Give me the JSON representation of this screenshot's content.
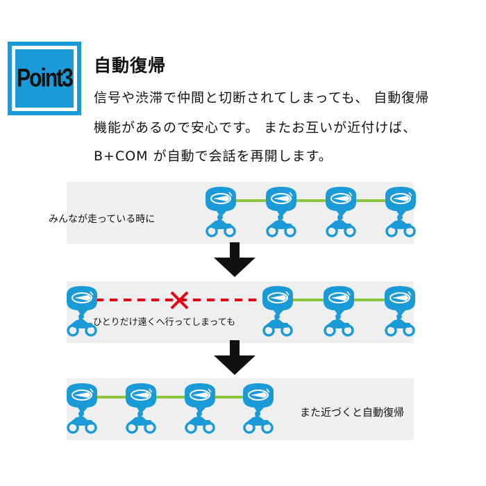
{
  "point_badge": "Point3",
  "heading": "自動復帰",
  "description": [
    "信号や渋滞で仲間と切断されてしまっても、 自動復帰",
    "機能があるので安心です。 またお互いが近付けば、",
    "B+COM が自動で会話を再開します。"
  ],
  "steps": [
    {
      "label": "みんなが走っている時に"
    },
    {
      "label": "ひとりだけ遠くへ行ってしまっても"
    },
    {
      "label": "また近づくと自動復帰"
    }
  ],
  "colors": {
    "accent_blue": "#1a9ad6",
    "link_green": "#8cc63f",
    "disconnect_red": "#e60012",
    "panel_gray": "#efefef",
    "arrow_black": "#111111"
  }
}
